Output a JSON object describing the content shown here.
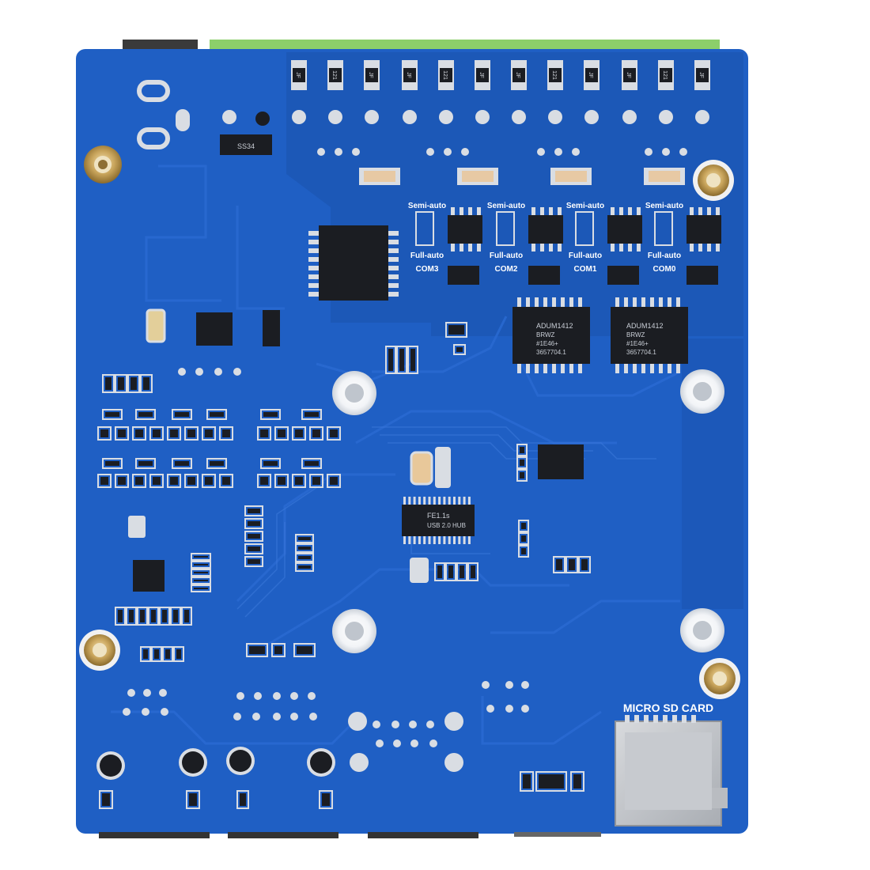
{
  "board": {
    "colors": {
      "background": "#ffffff",
      "pcb": "#1f5fc4",
      "pcb_dark": "#1a52ad",
      "trace": "#2a6ad2",
      "silkscreen": "#ffffff",
      "terminal": "#8ccf6a",
      "chip": "#1b1d22",
      "pad": "#d9dde3",
      "brass": "#c9a55c"
    },
    "silkscreen": {
      "micro_sd": "MICRO SD CARD",
      "ports": [
        {
          "port": "COM3",
          "top": "Semi-auto",
          "bottom": "Full-auto"
        },
        {
          "port": "COM2",
          "top": "Semi-auto",
          "bottom": "Full-auto"
        },
        {
          "port": "COM1",
          "top": "Semi-auto",
          "bottom": "Full-auto"
        },
        {
          "port": "COM0",
          "top": "Semi-auto",
          "bottom": "Full-auto"
        }
      ],
      "fuse_marks": [
        "JF",
        "121",
        "JF",
        "JF",
        "121",
        "JF",
        "JF",
        "121",
        "JF",
        "JF",
        "121"
      ],
      "regulator_mark": "SS34"
    },
    "chip_markings": {
      "isolator_a": [
        "ADUM1412",
        "BRWZ",
        "#1E46+",
        "3657704.1"
      ],
      "isolator_b": [
        "ADUM1412",
        "BRWZ",
        "#1E46+",
        "3657704.1"
      ],
      "uart_bridge": [
        "FE1.1s",
        "USB 2.0 HUB"
      ]
    },
    "icons": [
      "mounting-hole",
      "brass-standoff",
      "micro-sd-slot",
      "terminal-block",
      "electrolytic-capacitor"
    ]
  }
}
